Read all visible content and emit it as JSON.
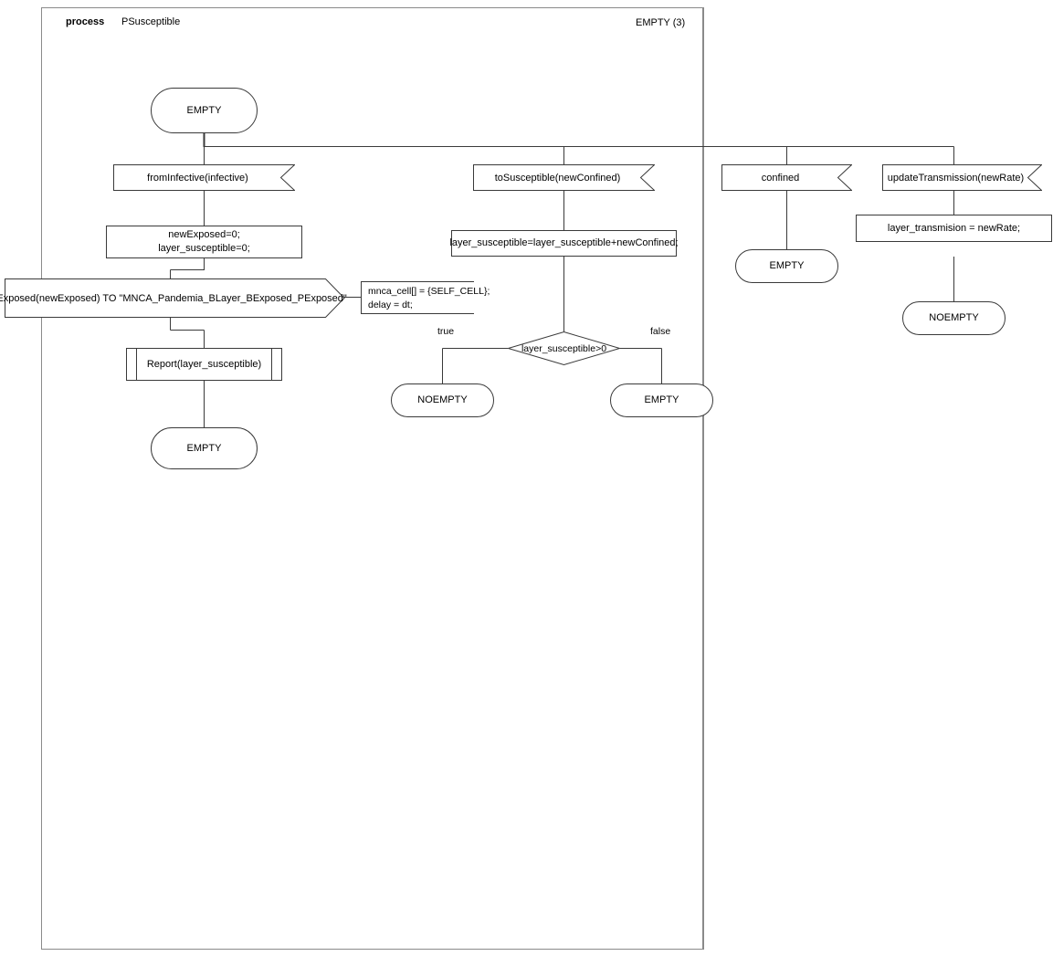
{
  "diagram": {
    "type": "sdl-process-diagram",
    "header": {
      "keyword": "process",
      "name": "PSusceptible",
      "state_badge": "EMPTY (3)"
    },
    "start_state": {
      "label": "EMPTY"
    },
    "branches": [
      {
        "id": "from-infective",
        "input": "fromInfective(infective)",
        "task": {
          "line1": "newExposed=0;",
          "line2": "layer_susceptible=0;"
        },
        "output": "toExposed(newExposed) TO \"MNCA_Pandemia_BLayer_BExposed_PExposed\"",
        "note": {
          "line1": "mnca_cell[] = {SELF_CELL};",
          "line2": "delay = dt;"
        },
        "procedure": "Report(layer_susceptible)",
        "next_state": "EMPTY"
      },
      {
        "id": "to-susceptible",
        "input": "toSusceptible(newConfined)",
        "task": "layer_susceptible=layer_susceptible+newConfined;",
        "decision": "layer_susceptible>0",
        "branch_true_label": "true",
        "branch_false_label": "false",
        "state_true": "NOEMPTY",
        "state_false": "EMPTY"
      },
      {
        "id": "confined",
        "input": "confined",
        "next_state": "EMPTY"
      },
      {
        "id": "update-transmission",
        "input": "updateTransmission(newRate)",
        "task": "layer_transmision = newRate;",
        "next_state": "NOEMPTY"
      }
    ],
    "colors": {
      "stroke": "#3a3a3a",
      "frame": "#8a8a8a",
      "background": "#ffffff",
      "text": "#000000"
    }
  }
}
